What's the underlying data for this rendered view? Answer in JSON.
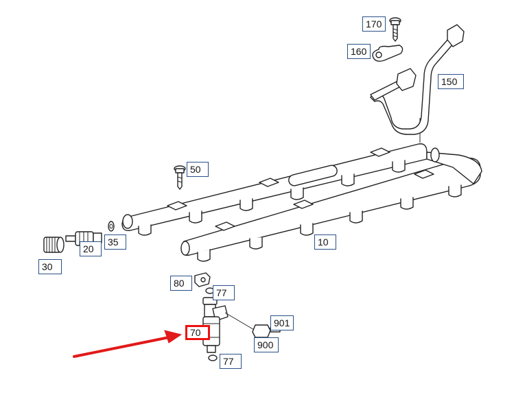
{
  "diagram": {
    "callouts": {
      "c170": "170",
      "c160": "160",
      "c150": "150",
      "c50": "50",
      "c35": "35",
      "c20": "20",
      "c30": "30",
      "c10": "10",
      "c80": "80",
      "c77a": "77",
      "c901": "901",
      "c70": "70",
      "c900": "900",
      "c77b": "77"
    },
    "highlight_color": "#e11a1a",
    "callout_border_color": "#2a4f86"
  }
}
